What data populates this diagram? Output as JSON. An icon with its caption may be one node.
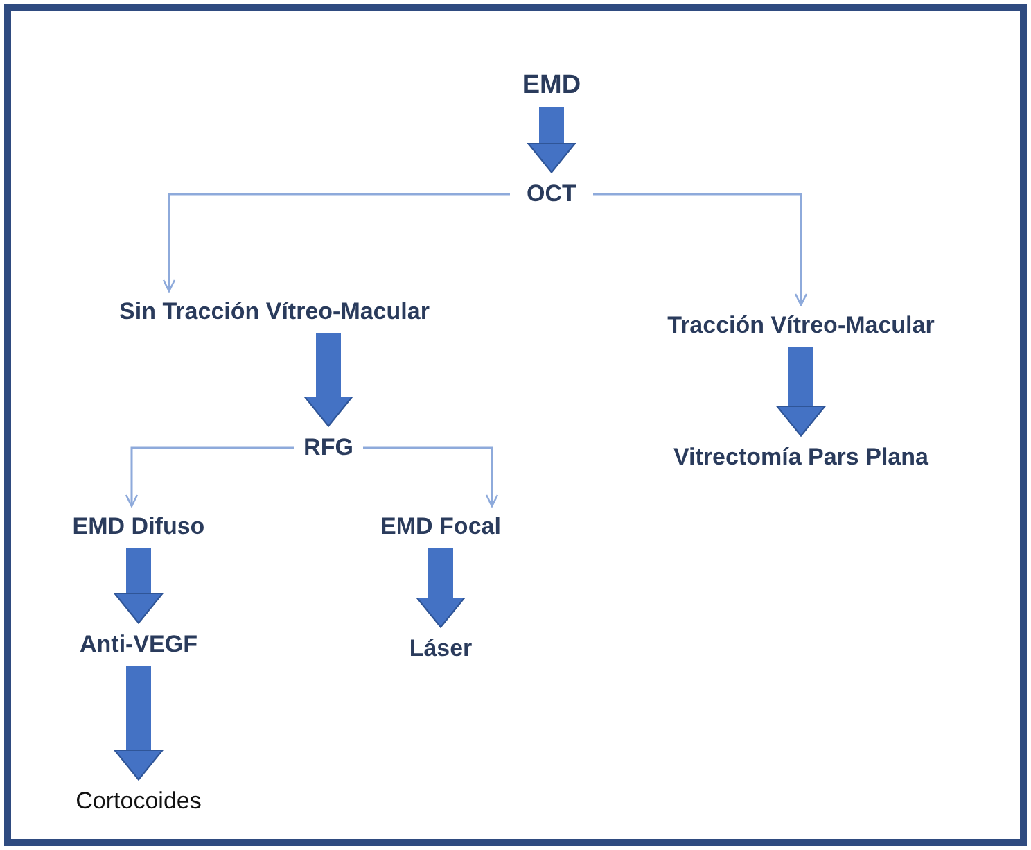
{
  "diagram": {
    "nodes": [
      {
        "text": [
          "EMD"
        ]
      },
      {
        "text": [
          "OCT"
        ]
      },
      {
        "text": [
          "Sin Tracción Vítreo-Macular"
        ]
      },
      {
        "text": [
          "Tracción Vítreo-Macular"
        ]
      },
      {
        "text": [
          "RFG"
        ]
      },
      {
        "text": [
          "Vitrectomía Pars Plana"
        ]
      },
      {
        "text": [
          "EMD Difuso"
        ]
      },
      {
        "text": [
          "EMD Focal"
        ]
      },
      {
        "text": [
          "Anti-VEGF"
        ]
      },
      {
        "text": [
          "Láser"
        ]
      },
      {
        "text": [
          "Cortocoides"
        ]
      }
    ],
    "edges": [
      {
        "from": 0,
        "to": 1,
        "arrow": "to"
      },
      {
        "from": 1,
        "to": 2,
        "arrow": "to",
        "color": "#8eaadb"
      },
      {
        "from": 1,
        "to": 3,
        "arrow": "to",
        "color": "#8eaadb"
      },
      {
        "from": 2,
        "to": 4,
        "arrow": "to"
      },
      {
        "from": 3,
        "to": 5,
        "arrow": "to"
      },
      {
        "from": 4,
        "to": 6,
        "arrow": "to",
        "color": "#8eaadb"
      },
      {
        "from": 4,
        "to": 7,
        "arrow": "to",
        "color": "#8eaadb"
      },
      {
        "from": 6,
        "to": 8,
        "arrow": "to"
      },
      {
        "from": 7,
        "to": 9,
        "arrow": "to"
      },
      {
        "from": 8,
        "to": 10,
        "arrow": "to"
      }
    ]
  }
}
